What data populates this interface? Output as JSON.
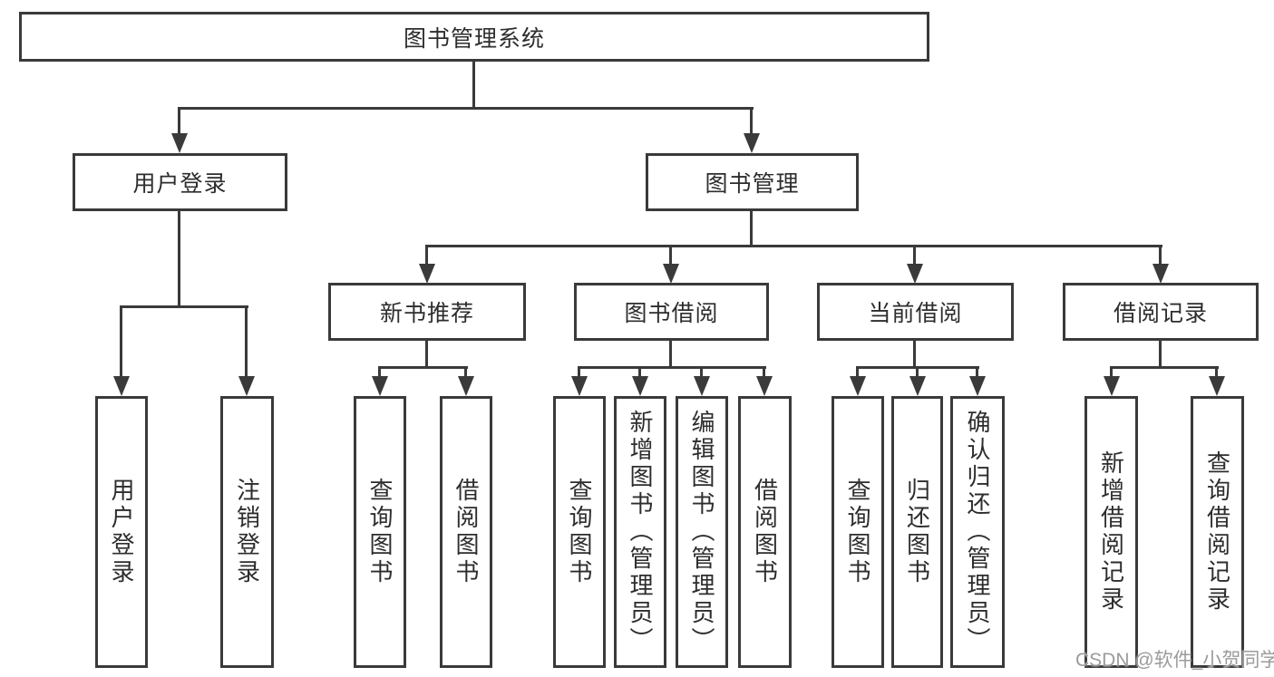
{
  "nodes": {
    "root": "图书管理系统",
    "user_login": "用户登录",
    "book_management": "图书管理",
    "new_book_recommendation": "新书推荐",
    "book_borrowing": "图书借阅",
    "current_borrowing": "当前借阅",
    "borrowing_records": "借阅记录"
  },
  "leaves": {
    "user_login": "用户登录",
    "logout": "注销登录",
    "nb_query_books": "查询图书",
    "nb_borrow_books": "借阅图书",
    "bb_query_books": "查询图书",
    "bb_add_books_admin": "新增图书（管理员）",
    "bb_edit_books_admin": "编辑图书（管理员）",
    "bb_borrow_books": "借阅图书",
    "cb_query_books": "查询图书",
    "cb_return_books": "归还图书",
    "cb_confirm_return_admin": "确认归还（管理员）",
    "br_add_record": "新增借阅记录",
    "br_query_record": "查询借阅记录"
  },
  "watermark": "CSDN @软件_小贺同学",
  "colors": {
    "line": "#3a3a3a",
    "text": "#2d2d2d",
    "watermark": "#9b9b9b",
    "background": "#ffffff"
  }
}
